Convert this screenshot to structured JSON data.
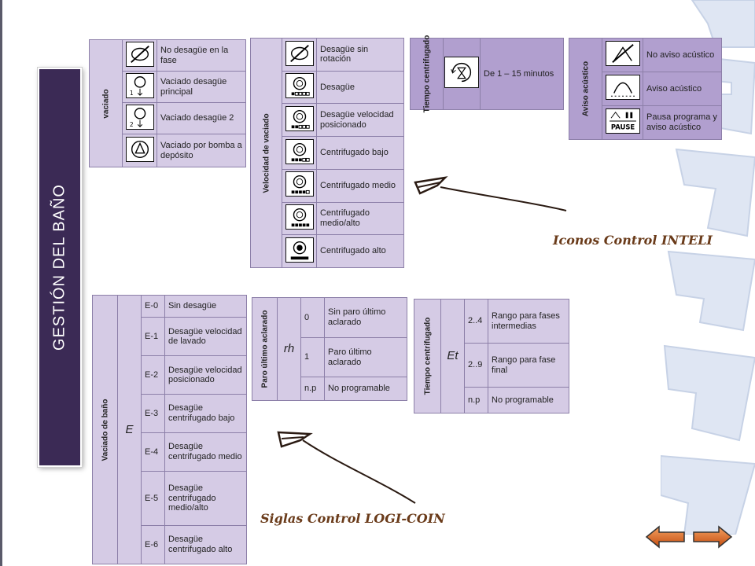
{
  "title": "GESTIÓN DEL BAÑO",
  "annotations": {
    "inteli": "Iconos Control INTELI",
    "logicoin": "Siglas Control LOGI-COIN"
  },
  "vaciado": {
    "header": "vaciado",
    "rows": [
      {
        "icon": "no-drain-icon",
        "label": "No desagüe en la fase"
      },
      {
        "icon": "main-drain-icon",
        "label": "Vaciado desagüe principal"
      },
      {
        "icon": "drain-2-icon",
        "label": "Vaciado desagüe 2"
      },
      {
        "icon": "pump-icon",
        "label": "Vaciado por bomba a depósito"
      }
    ]
  },
  "velocidad": {
    "header": "Velocidad de vaciado",
    "rows": [
      {
        "icon": "no-rotation-icon",
        "label": "Desagüe sin rotación"
      },
      {
        "icon": "drain-speed-icon",
        "label": "Desagüe"
      },
      {
        "icon": "positioned-speed-icon",
        "label": "Desagüe velocidad posicionado"
      },
      {
        "icon": "spin-low-icon",
        "label": "Centrifugado bajo"
      },
      {
        "icon": "spin-medium-icon",
        "label": "Centrifugado medio"
      },
      {
        "icon": "spin-medium-high-icon",
        "label": "Centrifugado medio/alto"
      },
      {
        "icon": "spin-high-icon",
        "label": "Centrifugado alto"
      }
    ]
  },
  "tiempo": {
    "header": "Tiempo centrifugado",
    "icon": "spin-timer-icon",
    "label": "De 1 – 15 minutos"
  },
  "aviso": {
    "header": "Aviso acústico",
    "rows": [
      {
        "icon": "no-alarm-icon",
        "label": "No aviso acústico"
      },
      {
        "icon": "alarm-icon",
        "label": "Aviso acústico"
      },
      {
        "icon": "pause-alarm-icon",
        "label": "Pausa programa y aviso acústico",
        "icon_text": "PAUSE"
      }
    ]
  },
  "vaciado_bano": {
    "header": "Vaciado de baño",
    "code": "E",
    "rows": [
      {
        "code": "E-0",
        "label": "Sin desagüe"
      },
      {
        "code": "E-1",
        "label": "Desagüe velocidad de lavado"
      },
      {
        "code": "E-2",
        "label": "Desagüe velocidad posicionado"
      },
      {
        "code": "E-3",
        "label": "Desagüe centrifugado bajo"
      },
      {
        "code": "E-4",
        "label": "Desagüe centrifugado medio"
      },
      {
        "code": "E-5",
        "label": "Desagüe centrifugado medio/alto"
      },
      {
        "code": "E-6",
        "label": "Desagüe centrifugado alto"
      }
    ]
  },
  "paro": {
    "header": "Paro último aclarado",
    "code": "rh",
    "rows": [
      {
        "code": "0",
        "label": "Sin paro último aclarado"
      },
      {
        "code": "1",
        "label": "Paro último aclarado"
      },
      {
        "code": "n.p",
        "label": "No programable"
      }
    ]
  },
  "tiempo_centrifugado": {
    "header": "Tiempo centrifugado",
    "code": "Et",
    "rows": [
      {
        "code": "2..4",
        "label": "Rango para fases intermedias"
      },
      {
        "code": "2..9",
        "label": "Rango para fase final"
      },
      {
        "code": "n.p",
        "label": "No programable"
      }
    ]
  },
  "nav": {
    "prev": "previous-arrow",
    "next": "next-arrow"
  },
  "colors": {
    "title_bg": "#3b2a55",
    "table_bg": "#d5cbe5",
    "table_dark": "#b19fcf",
    "note": "#6a3b1a"
  }
}
